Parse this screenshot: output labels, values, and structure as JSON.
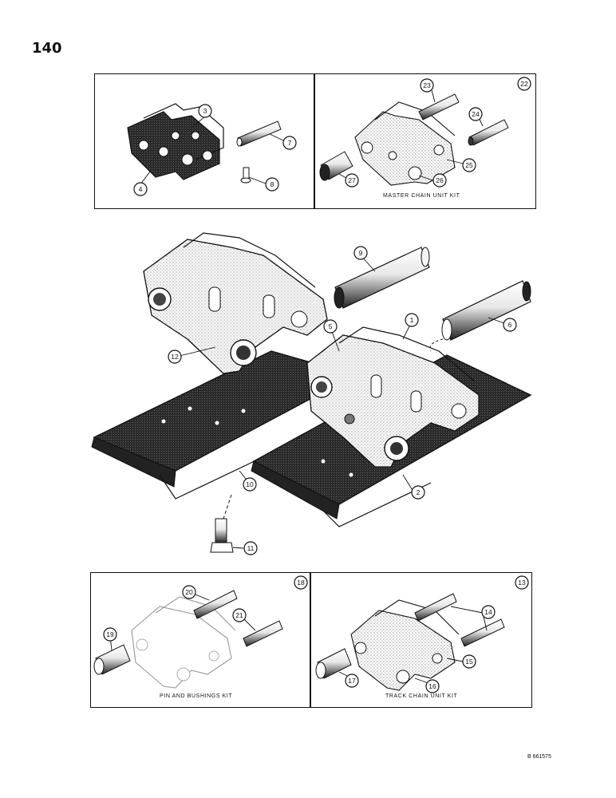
{
  "page_number": "140",
  "drawing_code": "B 661575",
  "kits": {
    "master_chain": {
      "caption": "MASTER  CHAIN  UNIT  KIT",
      "kit_callout": "22"
    },
    "pin_bushings": {
      "caption": "PIN  AND  BUSHINGS  KIT",
      "kit_callout": "18"
    },
    "track_chain": {
      "caption": "TRACK  CHAIN  UNIT  KIT",
      "kit_callout": "13"
    }
  },
  "callouts": {
    "c1": "1",
    "c2": "2",
    "c3": "3",
    "c4": "4",
    "c5": "5",
    "c6": "6",
    "c7": "7",
    "c8": "8",
    "c9": "9",
    "c10": "10",
    "c11": "11",
    "c12": "12",
    "c13": "13",
    "c14": "14",
    "c15": "15",
    "c16": "16",
    "c17": "17",
    "c18": "18",
    "c19": "19",
    "c20": "20",
    "c21": "21",
    "c22": "22",
    "c23": "23",
    "c24": "24",
    "c25": "25",
    "c26": "26",
    "c27": "27"
  },
  "colors": {
    "ink": "#111111",
    "shade": "#3a3a3a",
    "paper": "#ffffff"
  }
}
